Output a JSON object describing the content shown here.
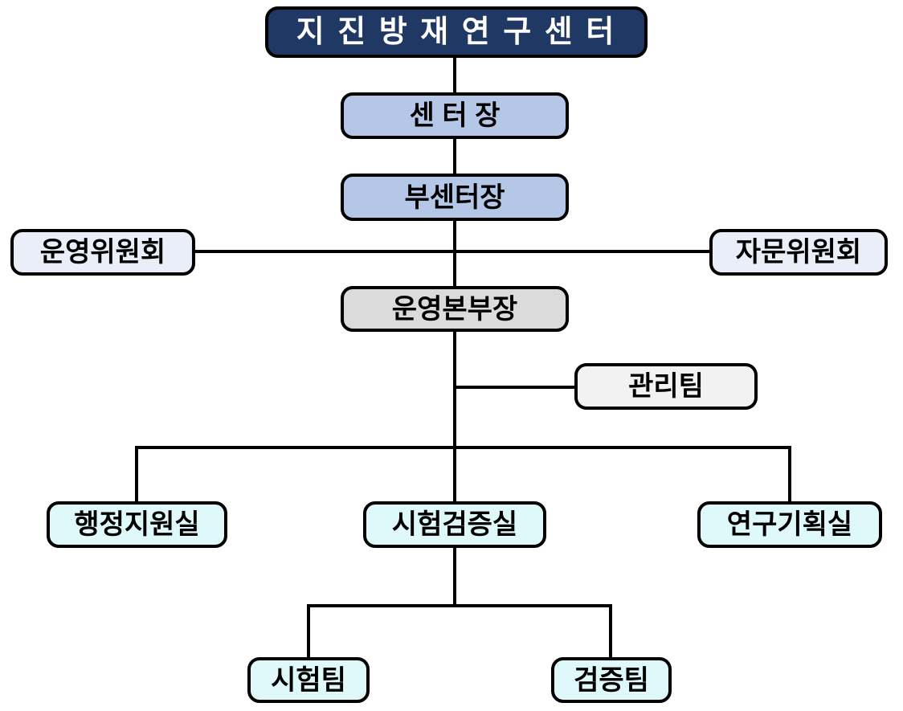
{
  "org": {
    "root": {
      "label": "지 진 방 재 연 구 센 터"
    },
    "level1": {
      "center_director": {
        "label": "센 터 장"
      },
      "deputy_director": {
        "label": "부센터장"
      }
    },
    "committees": {
      "operating": {
        "label": "운영위원회"
      },
      "advisory": {
        "label": "자문위원회"
      }
    },
    "operations": {
      "head": {
        "label": "운영본부장"
      },
      "management_team": {
        "label": "관리팀"
      }
    },
    "offices": {
      "admin_support": {
        "label": "행정지원실"
      },
      "test_verification": {
        "label": "시험검증실"
      },
      "research_planning": {
        "label": "연구기획실"
      }
    },
    "teams": {
      "test": {
        "label": "시험팀"
      },
      "verification": {
        "label": "검증팀"
      }
    }
  },
  "colors": {
    "root_bg": "#1F3864",
    "root_text": "#FFFFFF",
    "director_bg": "#B4C7E7",
    "committee_bg": "#EAEEF8",
    "operations_head_bg": "#DBDBDB",
    "management_team_bg": "#F2F2F2",
    "office_bg": "#DFF8FA",
    "node_border": "#000000",
    "connector": "#000000"
  }
}
